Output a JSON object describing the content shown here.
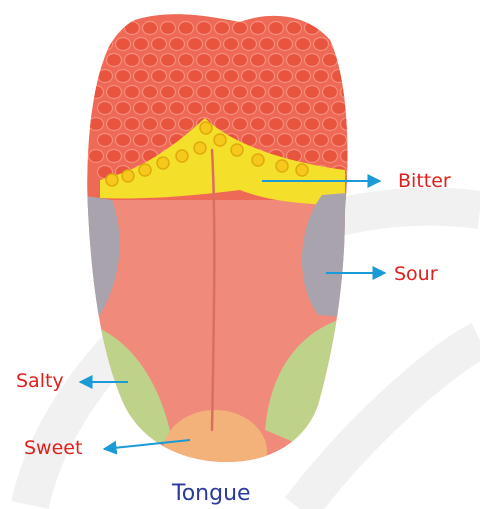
{
  "diagram": {
    "caption": "Tongue",
    "labels": {
      "bitter": "Bitter",
      "sour": "Sour",
      "salty": "Salty",
      "sweet": "Sweet"
    }
  },
  "colors": {
    "label_text": "#e0201b",
    "caption_text": "#2b3a9c",
    "arrow": "#1a9ad6",
    "tongue_base": "#f08a7a",
    "bitter_zone": "#f4df2a",
    "sour_zone": "#a9a3ad",
    "salty_zone": "#bfd28a",
    "sweet_zone": "#f2b27a",
    "papillae": "#e8543e",
    "watermark": "#f1f1f1"
  }
}
